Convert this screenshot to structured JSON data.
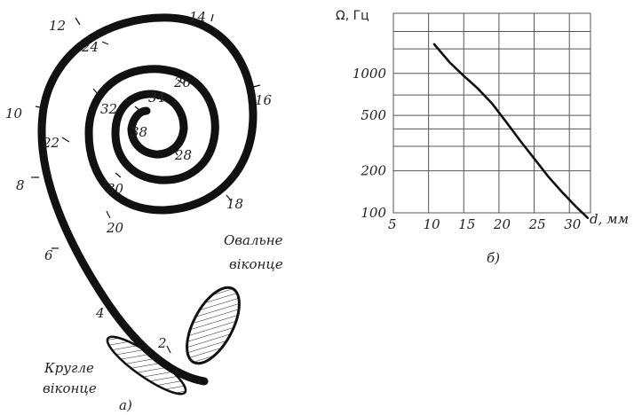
{
  "panel_a": {
    "caption": "а)",
    "spiral_marks": [
      "2",
      "4",
      "6",
      "8",
      "10",
      "12",
      "14",
      "16",
      "18",
      "20",
      "22",
      "24",
      "26",
      "28",
      "30",
      "32",
      "34",
      "38"
    ],
    "oval_window_label": [
      "Овальне",
      "віконце"
    ],
    "round_window_label": [
      "Кругле",
      "віконце"
    ]
  },
  "panel_b": {
    "caption": "б)"
  },
  "chart_data": {
    "type": "line",
    "title": "",
    "ylabel": "Ω, Гц",
    "xlabel": "d, мм",
    "y_scale": "log",
    "x_ticks": [
      "5",
      "10",
      "15",
      "20",
      "25",
      "30"
    ],
    "y_ticks": [
      "100",
      "200",
      "500",
      "1000"
    ],
    "xlim": [
      5,
      33
    ],
    "ylim": [
      100,
      2700
    ],
    "grid": true,
    "series": [
      {
        "x": [
          10.8,
          13,
          15,
          17,
          19,
          21,
          23,
          25,
          27,
          29,
          31,
          32.6
        ],
        "y": [
          1620,
          1200,
          960,
          780,
          610,
          450,
          330,
          245,
          182,
          140,
          110,
          92
        ]
      }
    ]
  }
}
